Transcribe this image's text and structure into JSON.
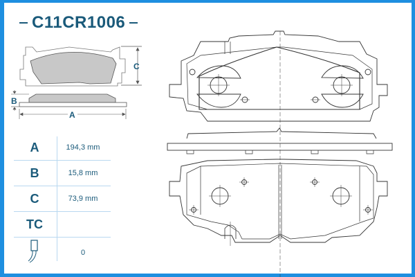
{
  "header": {
    "part_code": "C11CR1006"
  },
  "dimensions_diagram": {
    "labels": {
      "a": "A",
      "b": "B",
      "c": "C"
    }
  },
  "specs": {
    "rows": [
      {
        "label": "A",
        "value": "194,3 mm"
      },
      {
        "label": "B",
        "value": "15,8 mm"
      },
      {
        "label": "C",
        "value": "73,9 mm"
      },
      {
        "label": "TC",
        "value": ""
      },
      {
        "icon": "wear-sensor-icon",
        "value": "0"
      }
    ]
  },
  "colors": {
    "frame": "#1e8fe0",
    "text": "#1a5a7a",
    "pad_fill": "#c8c8c8",
    "divider": "#b8d8f0"
  }
}
